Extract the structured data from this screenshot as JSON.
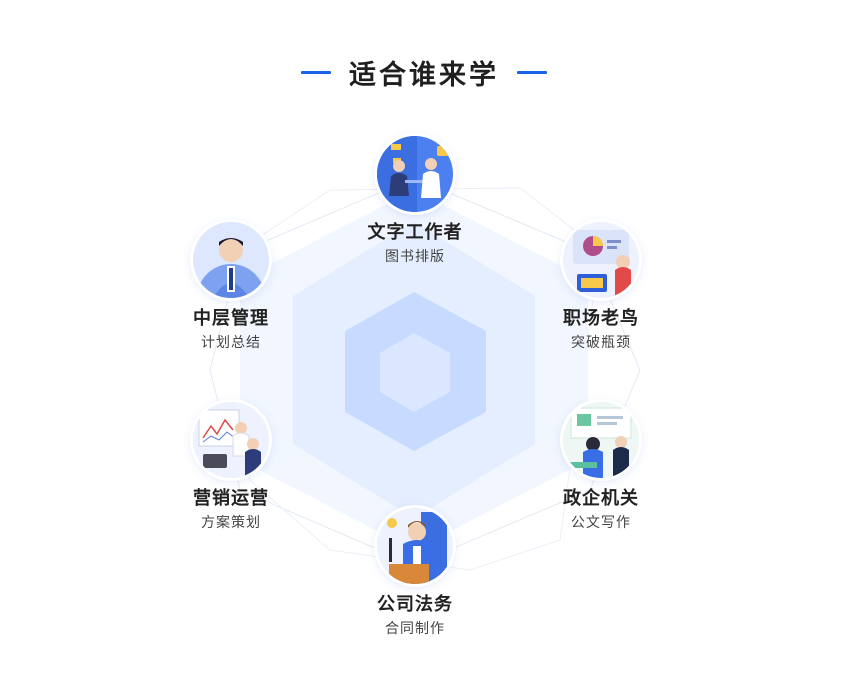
{
  "header": {
    "title": "适合谁来学"
  },
  "colors": {
    "accent": "#1a63e8",
    "hex_outer": "#eef4ff",
    "hex_mid": "#dce8ff",
    "hex_inner": "#c4d8ff",
    "hex_core": "#dde9ff"
  },
  "audiences": [
    {
      "icon": "office-writer-icon",
      "title": "文字工作者",
      "subtitle": "图书排版"
    },
    {
      "icon": "middle-manager-icon",
      "title": "中层管理",
      "subtitle": "计划总结"
    },
    {
      "icon": "workplace-veteran-icon",
      "title": "职场老鸟",
      "subtitle": "突破瓶颈"
    },
    {
      "icon": "marketing-presenter-icon",
      "title": "营销运营",
      "subtitle": "方案策划"
    },
    {
      "icon": "government-office-icon",
      "title": "政企机关",
      "subtitle": "公文写作"
    },
    {
      "icon": "corporate-legal-icon",
      "title": "公司法务",
      "subtitle": "合同制作"
    }
  ]
}
